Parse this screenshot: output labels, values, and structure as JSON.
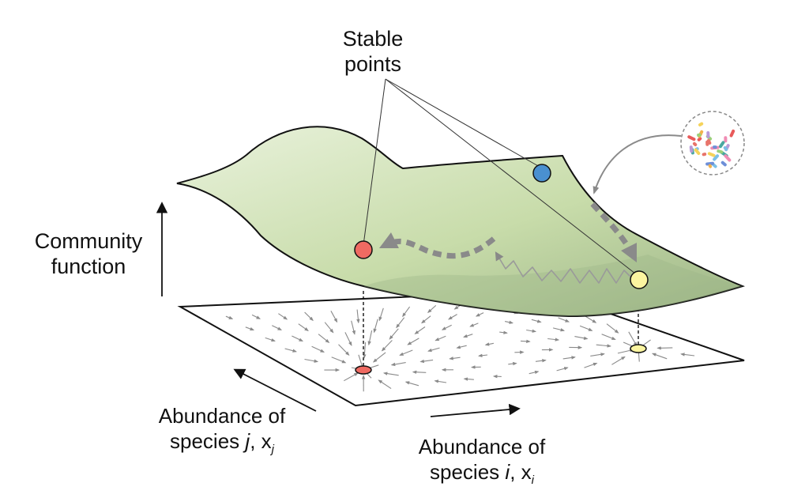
{
  "labels": {
    "stable_line1": "Stable",
    "stable_line2": "points",
    "community_line1": "Community",
    "community_line2": "function",
    "species_j_line1": "Abundance of",
    "species_j_prefix": "species ",
    "species_j_var": "j",
    "species_j_mid": ", x",
    "species_j_sub": "j",
    "species_i_line1": "Abundance of",
    "species_i_prefix": "species ",
    "species_i_var": "i",
    "species_i_mid": ", x",
    "species_i_sub": "i"
  },
  "colors": {
    "surface_fill": "#c8dcaa",
    "surface_highlight": "#e9f2dc",
    "surface_shadow": "#9cb486",
    "stable_red": "#ef6a62",
    "stable_blue": "#4a90d0",
    "stable_yellow": "#fbf5a0",
    "arrow_gray": "#8a8a8a",
    "path_gray": "#999999",
    "plane_fill": "#ffffff",
    "outline": "#111111"
  },
  "microbes": {
    "colors": [
      "#e8746a",
      "#7cc0e6",
      "#f2b24a",
      "#9ad07a",
      "#b89ad8",
      "#f08cb4",
      "#4aa8a0",
      "#f5d35a",
      "#6e8fd8",
      "#e85a5a"
    ]
  },
  "icons": {
    "microbe": "microbial-community-icon",
    "axis_up": "arrow-up-icon",
    "axis_j": "arrow-up-left-icon",
    "axis_i": "arrow-right-icon"
  }
}
